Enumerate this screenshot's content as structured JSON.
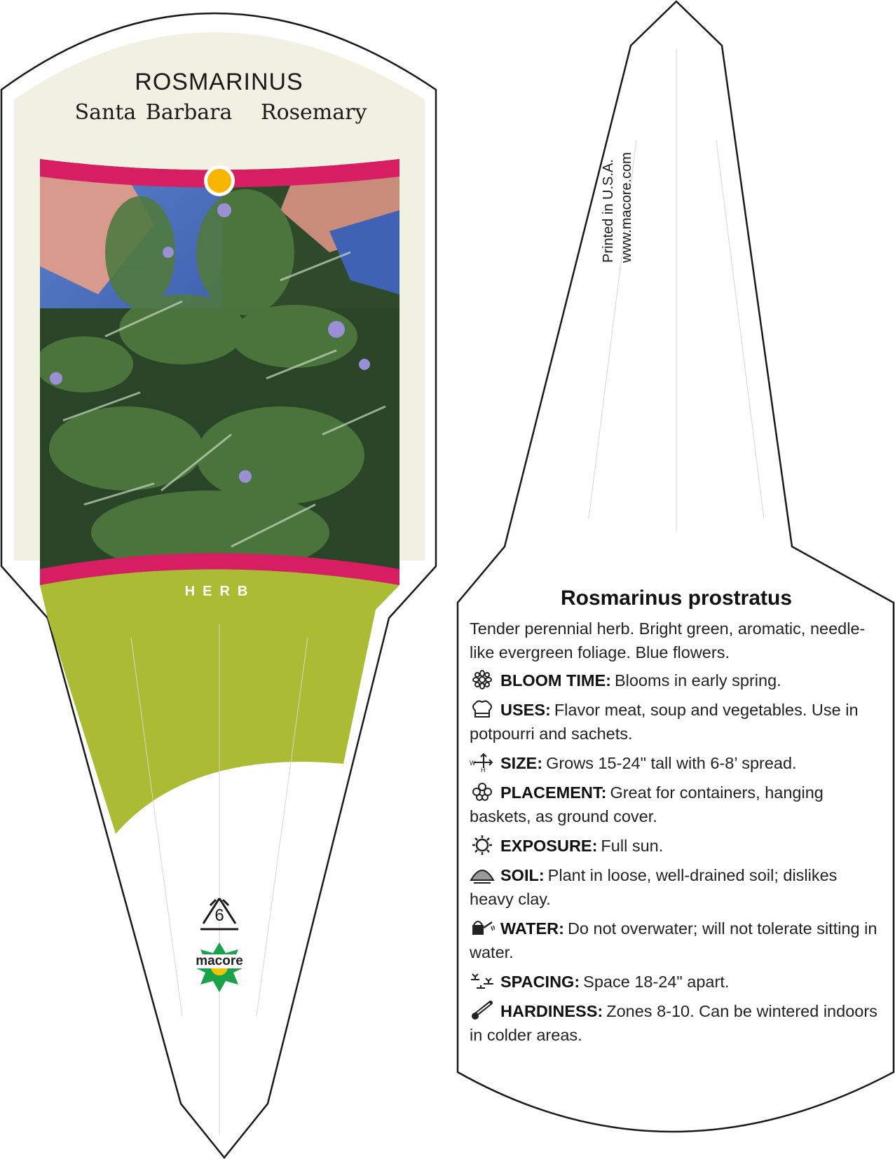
{
  "front": {
    "genus": "ROSMARINUS",
    "variety": "Santa Barbara   Rosemary",
    "category": "HERB",
    "photo_icon": "sun-exposure-dot",
    "recycle_number": "6",
    "brand": "macore"
  },
  "spine": {
    "printed": "Printed in U.S.A.",
    "website": "www.macore.com"
  },
  "back": {
    "species": "Rosmarinus prostratus",
    "intro": "Tender perennial herb. Bright green, aromatic, needle-like evergreen foliage. Blue flowers.",
    "rows": [
      {
        "icon": "flower-icon",
        "label": "BLOOM TIME:",
        "text": "Blooms in early spring."
      },
      {
        "icon": "chef-hat-icon",
        "label": "USES:",
        "text": "Flavor meat, soup and vegetables. Use in potpourri and sachets."
      },
      {
        "icon": "size-arrows-icon",
        "label": "SIZE:",
        "text": "Grows 15-24\" tall with 6-8’ spread."
      },
      {
        "icon": "flower-cluster-icon",
        "label": "PLACEMENT:",
        "text": "Great for containers, hanging baskets, as ground cover."
      },
      {
        "icon": "sun-icon",
        "label": "EXPOSURE:",
        "text": "Full sun."
      },
      {
        "icon": "soil-pile-icon",
        "label": "SOIL:",
        "text": "Plant in loose, well-drained soil; dislikes heavy clay."
      },
      {
        "icon": "watering-can-icon",
        "label": "WATER:",
        "text": "Do not overwater; will not tolerate sitting in water."
      },
      {
        "icon": "spacing-plants-icon",
        "label": "SPACING:",
        "text": "Space 18-24\" apart."
      },
      {
        "icon": "thermometer-icon",
        "label": "HARDINESS:",
        "text": "Zones 8-10. Can be wintered indoors in colder areas."
      }
    ]
  },
  "colors": {
    "cream": "#f1f1e3",
    "magenta": "#d81e63",
    "lime": "#abbb33",
    "sun": "#f7b500",
    "brand_green": "#1aa24a"
  }
}
